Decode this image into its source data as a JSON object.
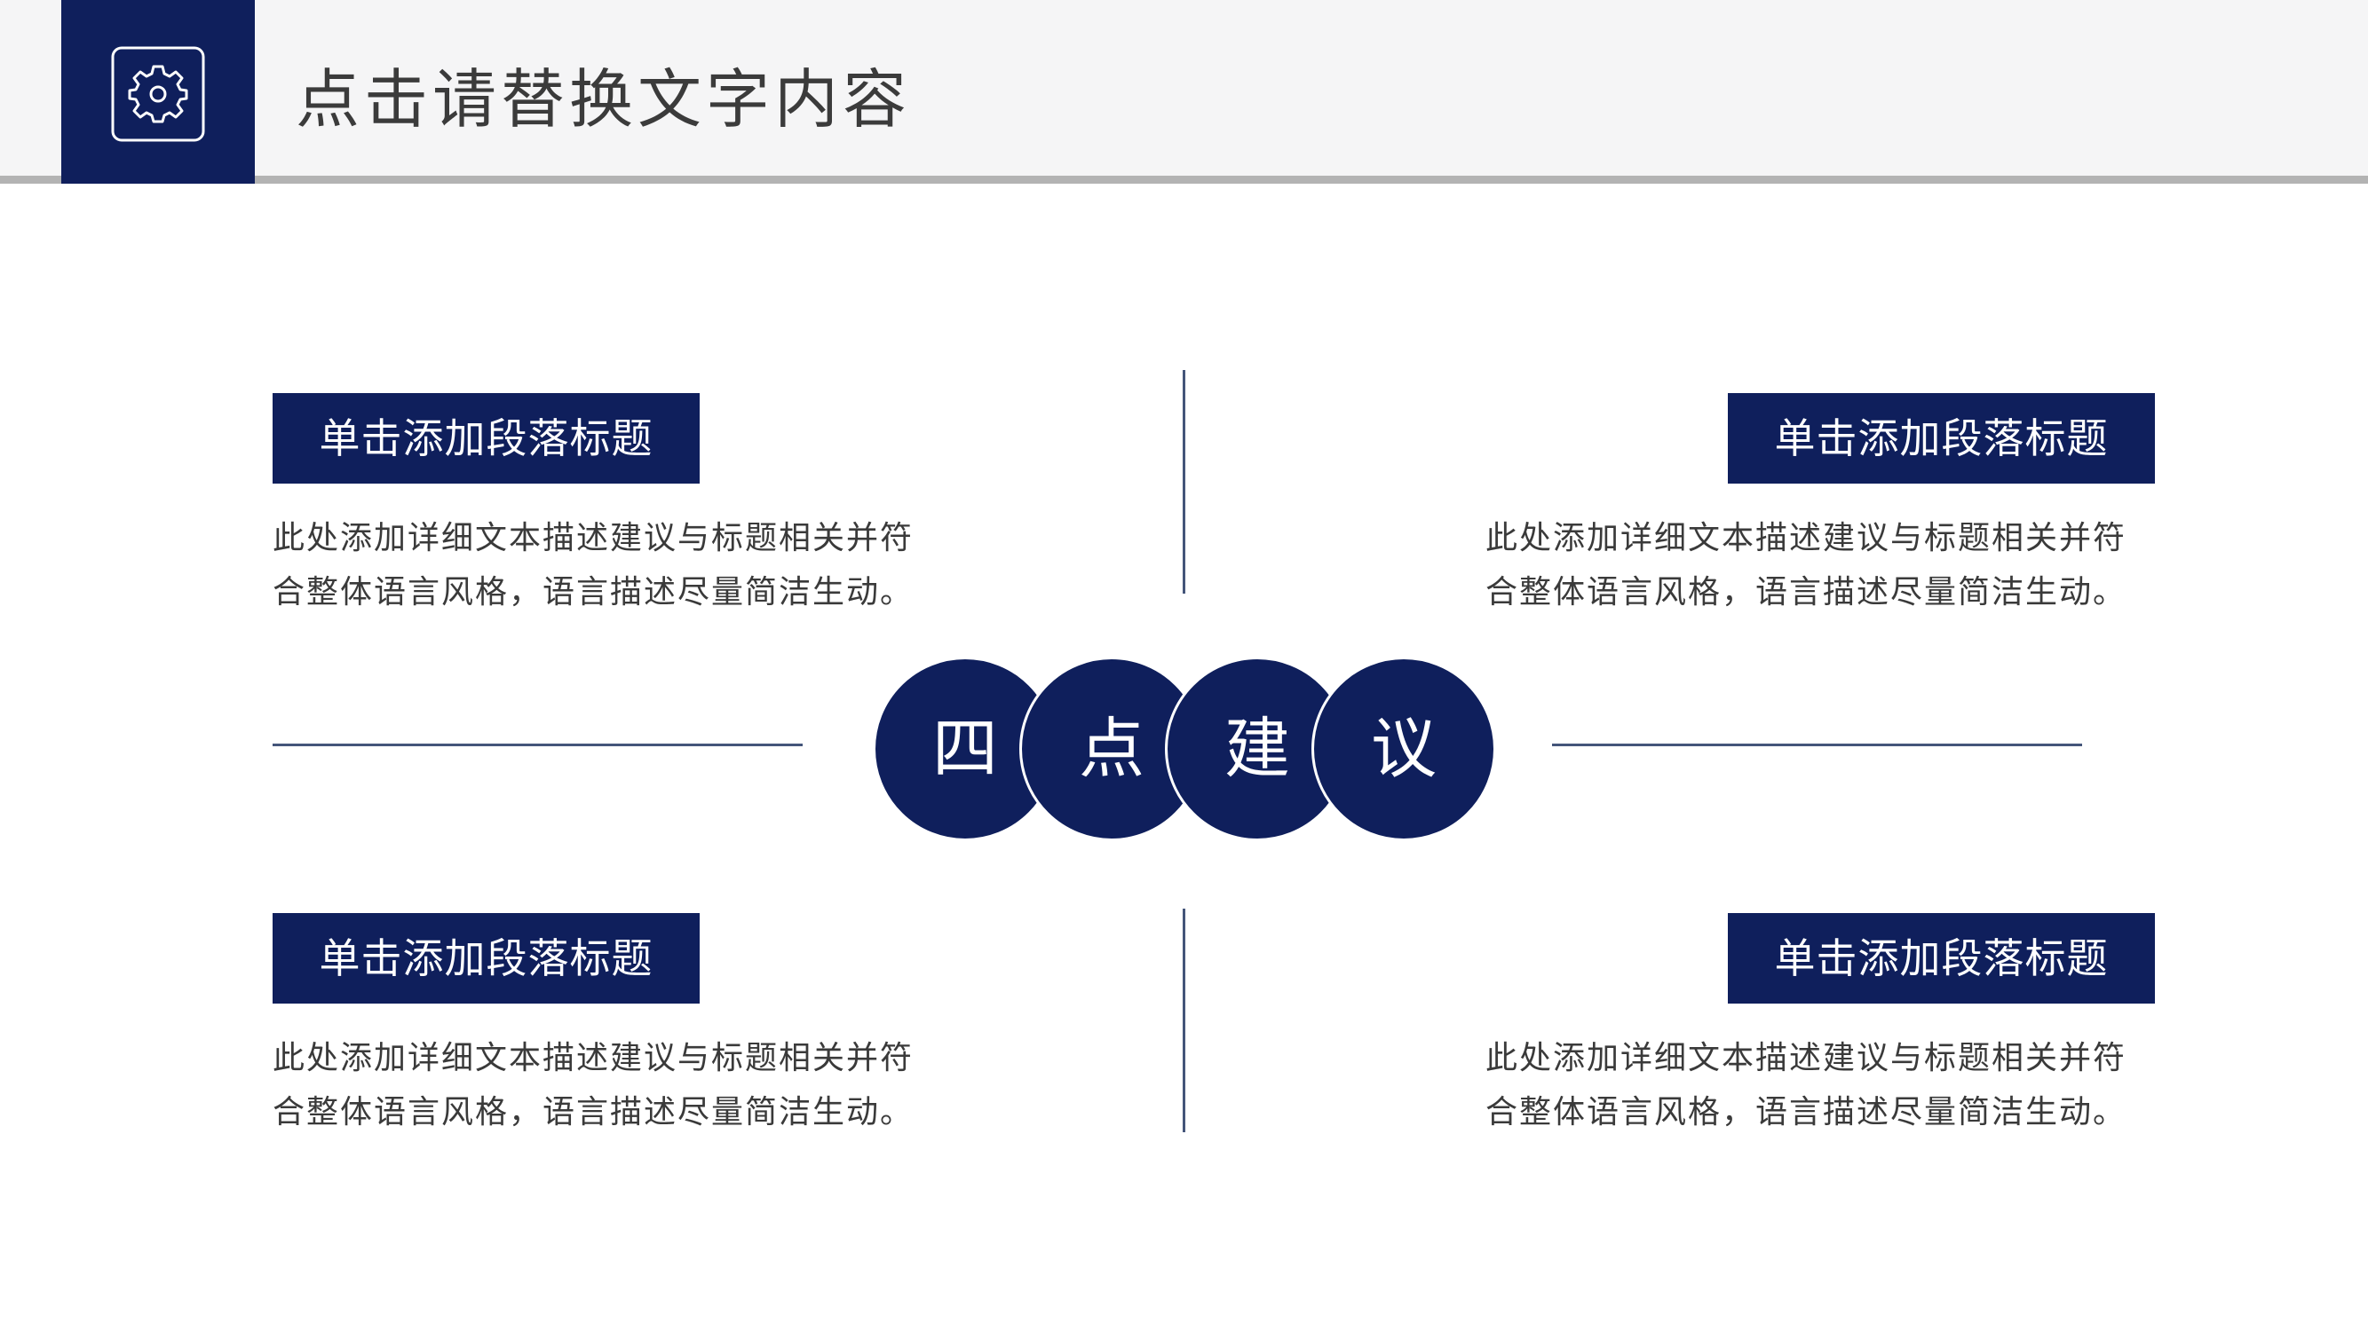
{
  "header": {
    "title": "点击请替换文字内容",
    "icon": "gear-icon"
  },
  "center": {
    "chars": [
      "四",
      "点",
      "建",
      "议"
    ]
  },
  "sections": [
    {
      "heading": "单击添加段落标题",
      "line1": "此处添加详细文本描述建议与标题相关并符",
      "line2": "合整体语言风格，语言描述尽量简洁生动。"
    },
    {
      "heading": "单击添加段落标题",
      "line1": "此处添加详细文本描述建议与标题相关并符",
      "line2": "合整体语言风格，语言描述尽量简洁生动。"
    },
    {
      "heading": "单击添加段落标题",
      "line1": "此处添加详细文本描述建议与标题相关并符",
      "line2": "合整体语言风格，语言描述尽量简洁生动。"
    },
    {
      "heading": "单击添加段落标题",
      "line1": "此处添加详细文本描述建议与标题相关并符",
      "line2": "合整体语言风格，语言描述尽量简洁生动。"
    }
  ],
  "colors": {
    "navy": "#0f1f5c",
    "header_bg": "#f5f5f6",
    "rule": "#b3b3b3",
    "body_text": "#3a3a3a"
  }
}
